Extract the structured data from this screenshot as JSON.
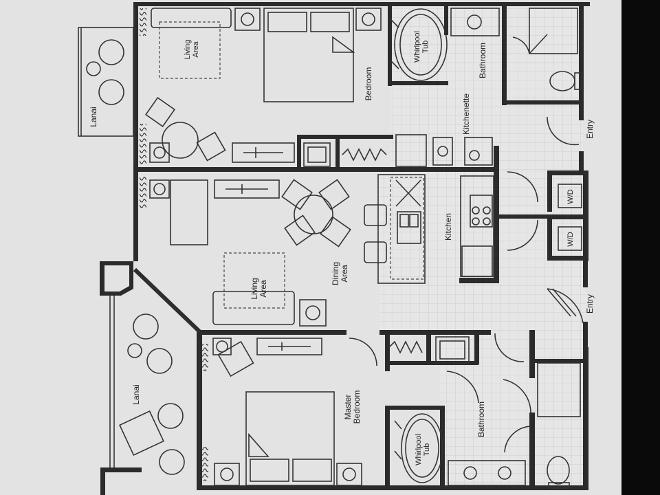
{
  "labels": {
    "living_area_top": [
      "Living",
      "Area"
    ],
    "bedroom": "Bedroom",
    "whirlpool_tub_top": [
      "Whirlpool",
      "Tub"
    ],
    "bathroom_top": "Bathroom",
    "kitchenette": "Kitchenette",
    "entry_top": "Entry",
    "lanai_top": "Lanai",
    "wd_top": "W/D",
    "wd_bottom": "W/D",
    "kitchen": "Kitchen",
    "dining_area": [
      "Dining",
      "Area"
    ],
    "living_area_mid": [
      "Living",
      "Area"
    ],
    "entry_bottom": "Entry",
    "lanai_bottom": "Lanai",
    "master_bedroom": [
      "Master",
      "Bedroom"
    ],
    "whirlpool_tub_bottom": [
      "Whirlpool",
      "Tub"
    ],
    "bathroom_bottom": "Bathroom"
  },
  "colors": {
    "wall": "#2b2b2b",
    "paper": "#e3e3e3",
    "floor_tile": "#d6d6d6",
    "background": "#1c1c1e"
  }
}
